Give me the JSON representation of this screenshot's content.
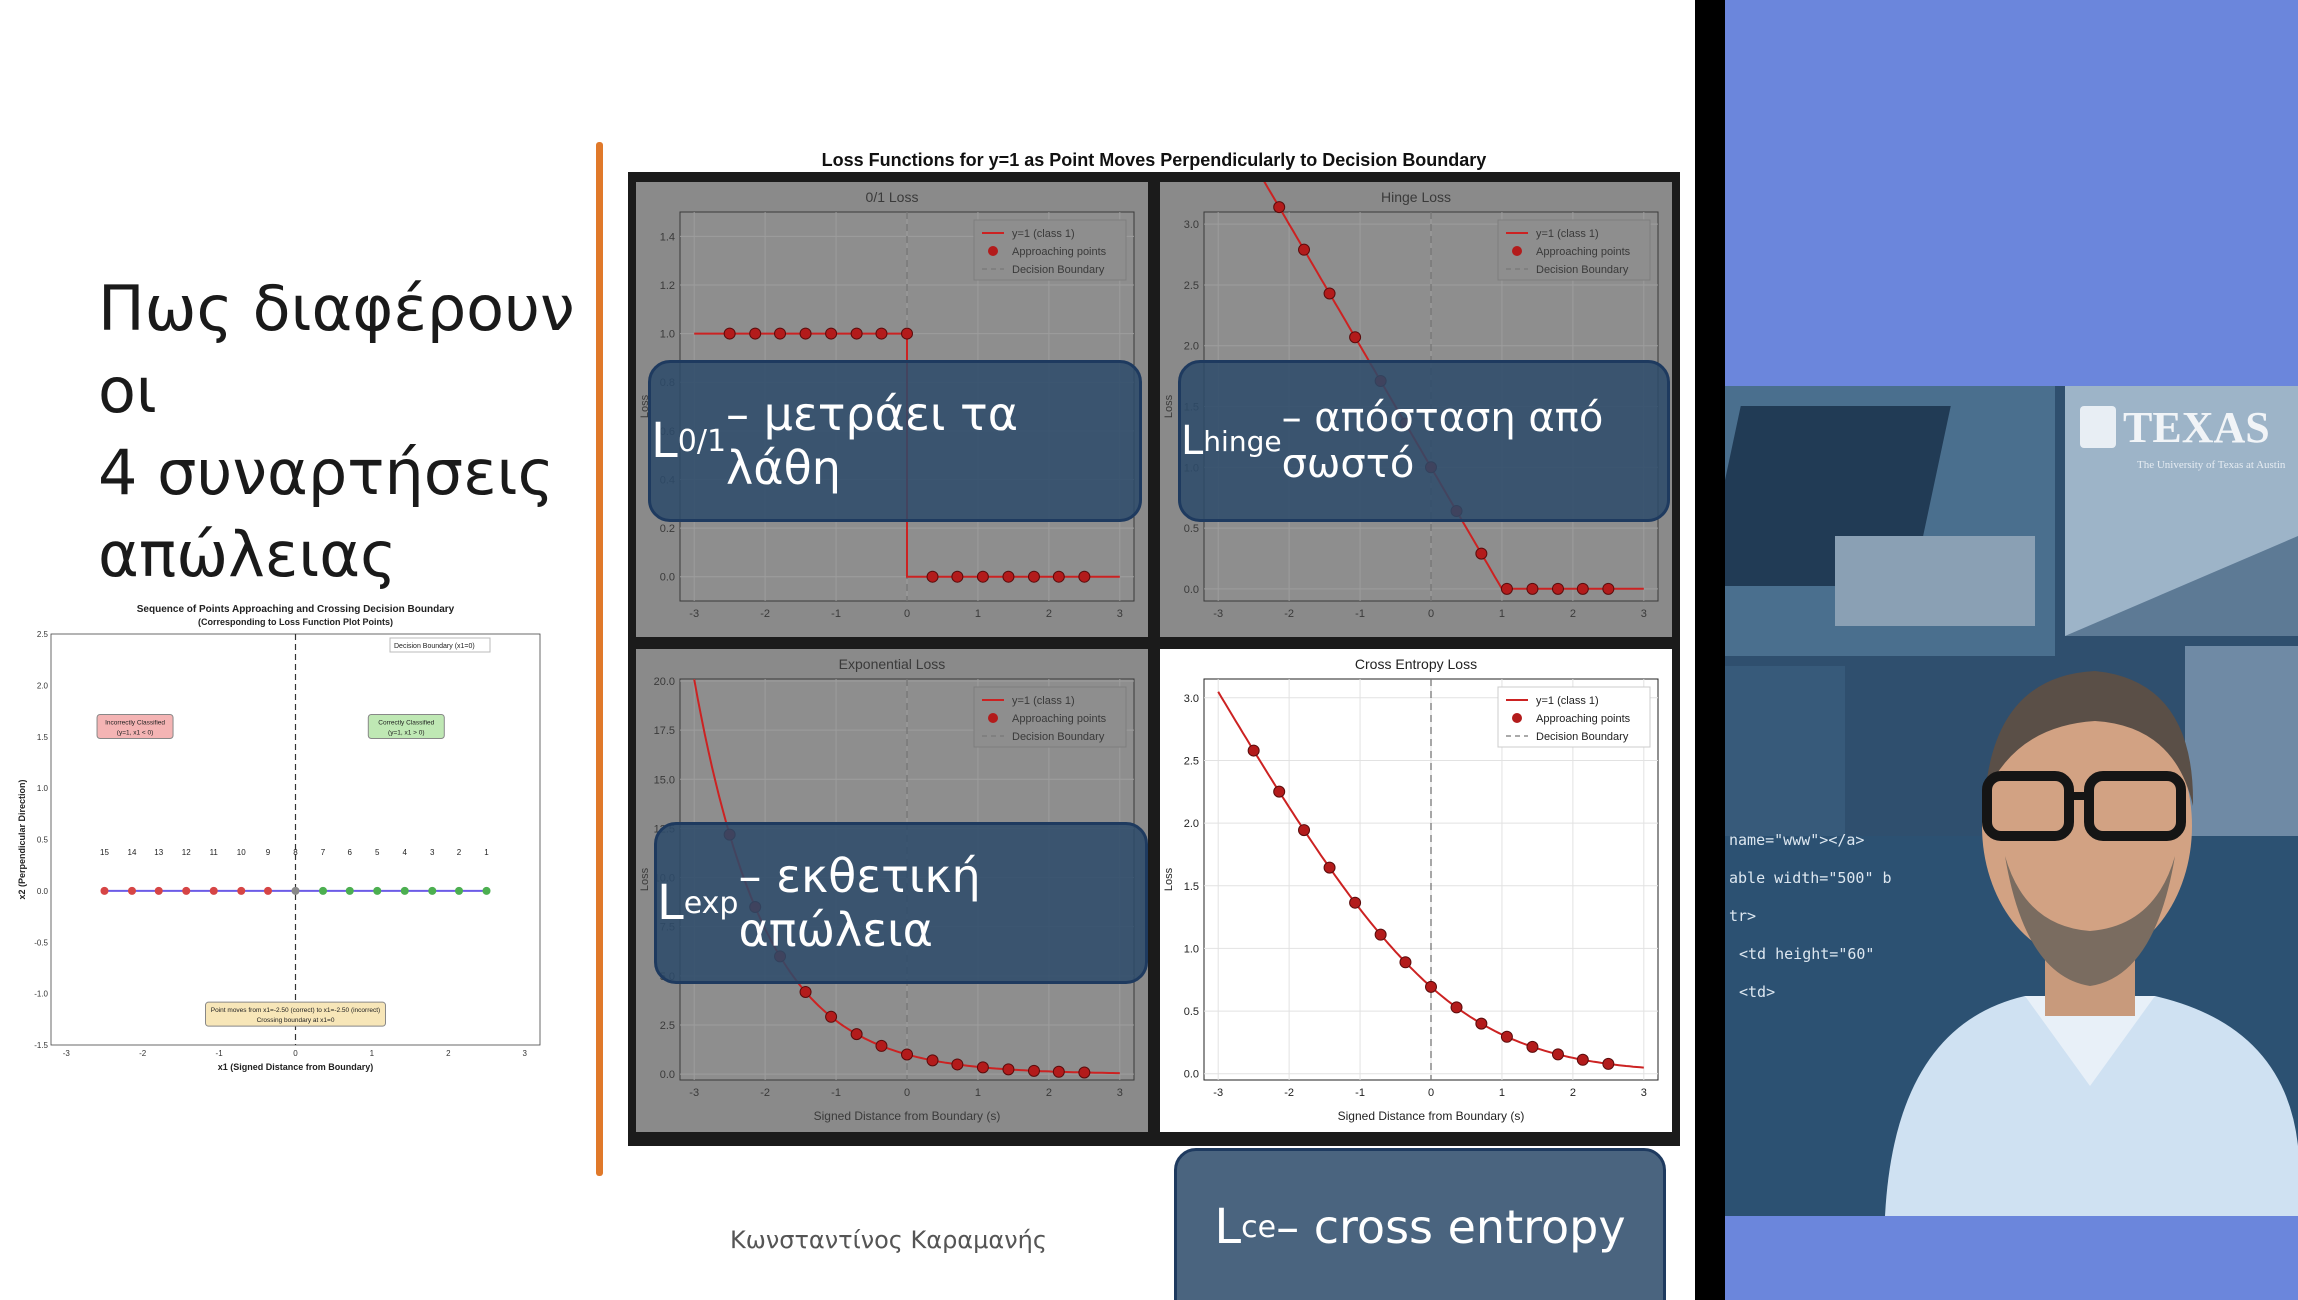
{
  "slide": {
    "title_lines": [
      "Πως διαφέρουν οι",
      "4 συναρτήσεις",
      "απώλειας"
    ],
    "author": "Κωνσταντίνος Καραμανής",
    "grid_title": "Loss Functions for y=1 as Point Moves Perpendicularly to Decision Boundary"
  },
  "callouts": {
    "l01": {
      "letter": "L",
      "sub": "0/1",
      "text": "– μετράει τα λάθη"
    },
    "hinge": {
      "letter": "L",
      "sub": "hinge",
      "text": "– απόσταση από σωστό"
    },
    "exp": {
      "letter": "L",
      "sub": "exp",
      "text": "– εκθετική απώλεια"
    },
    "ce": {
      "letter": "L",
      "sub": "ce",
      "text": "– cross entropy"
    }
  },
  "legend": {
    "line": "y=1 (class 1)",
    "points": "Approaching points",
    "boundary": "Decision Boundary"
  },
  "colors": {
    "series": "#cc2222",
    "marker": "#b31b1b",
    "accent": "#e0792a",
    "callout": "#2c4a6a"
  },
  "chart_data": [
    {
      "type": "line",
      "title": "0/1 Loss",
      "xlabel": "",
      "ylabel": "Loss",
      "xlim": [
        -3.2,
        3.2
      ],
      "ylim": [
        -0.1,
        1.5
      ],
      "yticks": [
        0.0,
        0.2,
        0.4,
        0.6,
        0.8,
        1.0,
        1.2,
        1.4
      ],
      "xticks": [
        -3,
        -2,
        -1,
        0,
        1,
        2,
        3
      ],
      "series": [
        {
          "name": "y=1 (class 1)",
          "x": [
            -3,
            0,
            0,
            3
          ],
          "y": [
            1,
            1,
            0,
            0
          ]
        }
      ],
      "points": {
        "x": [
          -2.5,
          -2.14,
          -1.79,
          -1.43,
          -1.07,
          -0.71,
          -0.36,
          0,
          0.36,
          0.71,
          1.07,
          1.43,
          1.79,
          2.14,
          2.5
        ],
        "y": [
          1,
          1,
          1,
          1,
          1,
          1,
          1,
          1,
          0,
          0,
          0,
          0,
          0,
          0,
          0
        ]
      },
      "dim": true
    },
    {
      "type": "line",
      "title": "Hinge Loss",
      "xlabel": "",
      "ylabel": "Loss",
      "xlim": [
        -3.2,
        3.2
      ],
      "ylim": [
        -0.1,
        3.1
      ],
      "yticks": [
        0.0,
        0.5,
        1.0,
        1.5,
        2.0,
        2.5,
        3.0
      ],
      "xticks": [
        -3,
        -2,
        -1,
        0,
        1,
        2,
        3
      ],
      "series": [
        {
          "name": "y=1 (class 1)",
          "fn": "hinge"
        }
      ],
      "points": {
        "x": [
          -2.5,
          -2.14,
          -1.79,
          -1.43,
          -1.07,
          -0.71,
          -0.36,
          0,
          0.36,
          0.71,
          1.07,
          1.43,
          1.79,
          2.14,
          2.5
        ],
        "fn": "hinge"
      },
      "dim": true
    },
    {
      "type": "line",
      "title": "Exponential Loss",
      "xlabel": "Signed Distance from Boundary (s)",
      "ylabel": "Loss",
      "xlim": [
        -3.2,
        3.2
      ],
      "ylim": [
        -0.3,
        20.1
      ],
      "yticks": [
        0.0,
        2.5,
        5.0,
        7.5,
        10.0,
        12.5,
        15.0,
        17.5,
        20.0
      ],
      "xticks": [
        -3,
        -2,
        -1,
        0,
        1,
        2,
        3
      ],
      "series": [
        {
          "name": "y=1 (class 1)",
          "fn": "exp"
        }
      ],
      "points": {
        "x": [
          -2.5,
          -2.14,
          -1.79,
          -1.43,
          -1.07,
          -0.71,
          -0.36,
          0,
          0.36,
          0.71,
          1.07,
          1.43,
          1.79,
          2.14,
          2.5
        ],
        "fn": "exp"
      },
      "dim": true
    },
    {
      "type": "line",
      "title": "Cross Entropy Loss",
      "xlabel": "Signed Distance from Boundary (s)",
      "ylabel": "Loss",
      "xlim": [
        -3.2,
        3.2
      ],
      "ylim": [
        -0.05,
        3.15
      ],
      "yticks": [
        0.0,
        0.5,
        1.0,
        1.5,
        2.0,
        2.5,
        3.0
      ],
      "xticks": [
        -3,
        -2,
        -1,
        0,
        1,
        2,
        3
      ],
      "series": [
        {
          "name": "y=1 (class 1)",
          "fn": "ce"
        }
      ],
      "points": {
        "x": [
          -2.5,
          -2.14,
          -1.79,
          -1.43,
          -1.07,
          -0.71,
          -0.36,
          0,
          0.36,
          0.71,
          1.07,
          1.43,
          1.79,
          2.14,
          2.5
        ],
        "fn": "ce"
      },
      "dim": false
    },
    {
      "type": "scatter",
      "title": "Sequence of Points Approaching and Crossing Decision Boundary",
      "subtitle": "(Corresponding to Loss Function Plot Points)",
      "xlabel": "x1 (Signed Distance from Boundary)",
      "ylabel": "x2 (Perpendicular Direction)",
      "xlim": [
        -3.2,
        3.2
      ],
      "ylim": [
        -1.5,
        2.5
      ],
      "xticks": [
        -3,
        -2,
        -1,
        0,
        1,
        2,
        3
      ],
      "yticks": [
        -1.5,
        -1.0,
        -0.5,
        0.0,
        0.5,
        1.0,
        1.5,
        2.0,
        2.5
      ],
      "point_labels": [
        "15",
        "14",
        "13",
        "12",
        "11",
        "10",
        "9",
        "8",
        "7",
        "6",
        "5",
        "4",
        "3",
        "2",
        "1"
      ],
      "x": [
        -2.5,
        -2.14,
        -1.79,
        -1.43,
        -1.07,
        -0.71,
        -0.36,
        0,
        0.36,
        0.71,
        1.07,
        1.43,
        1.79,
        2.14,
        2.5
      ],
      "legend": "Decision Boundary (x1=0)",
      "box_left": [
        "Incorrectly Classified",
        "(y=1, x1 < 0)"
      ],
      "box_right": [
        "Correctly Classified",
        "(y=1, x1 > 0)"
      ],
      "box_bottom": [
        "Point moves from x1=-2.50 (correct) to x1=-2.50 (incorrect)",
        "Crossing boundary at x1=0"
      ]
    }
  ],
  "video": {
    "logo_text": "TEXAS",
    "logo_sub": "The University of Texas at Austin",
    "code_lines": [
      "name=\"www\"></a>",
      "able width=\"500\" b",
      "tr>",
      "<td height=\"60\"",
      "<td>"
    ]
  }
}
